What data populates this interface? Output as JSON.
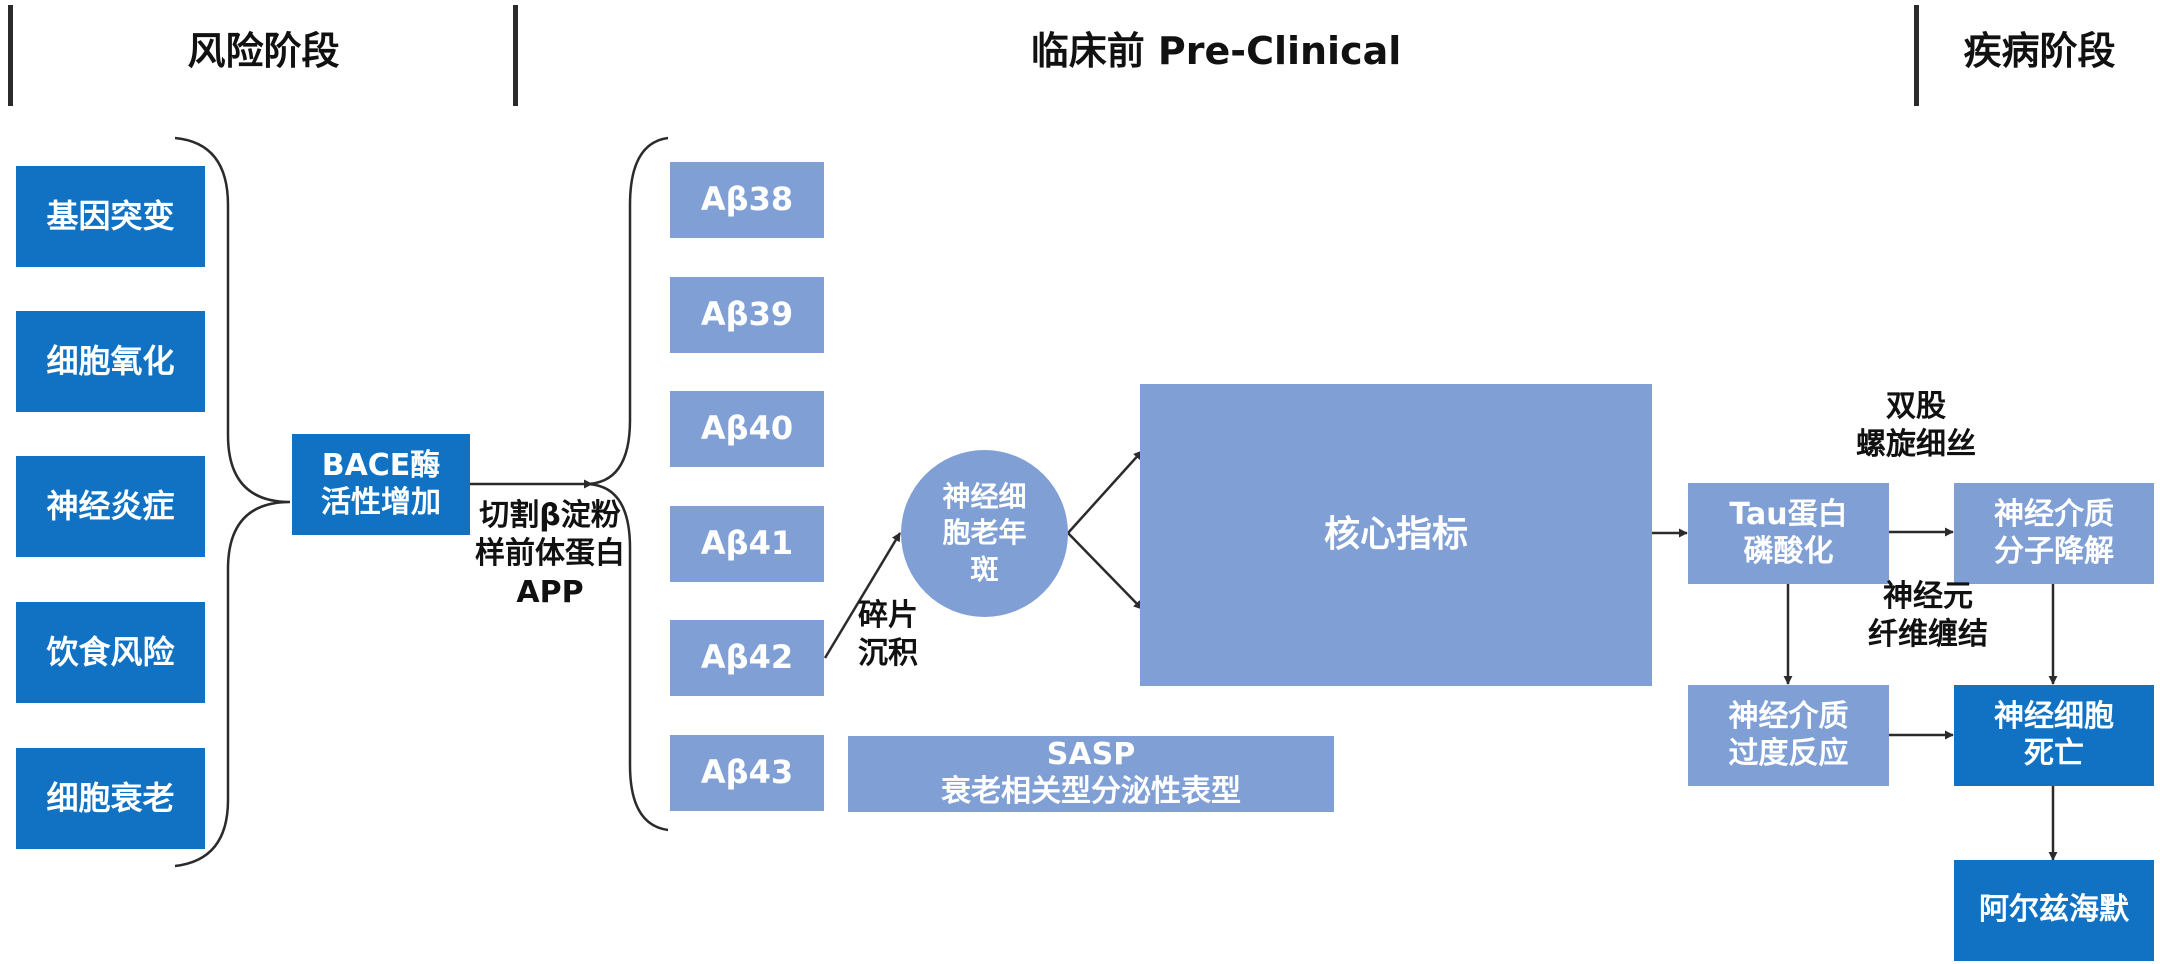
{
  "headers": {
    "risk_stage": "风险阶段",
    "preclinical": "临床前 Pre-Clinical",
    "disease_stage": "疾病阶段"
  },
  "risk_factors": [
    "基因突变",
    "细胞氧化",
    "神经炎症",
    "饮食风险",
    "细胞衰老"
  ],
  "bace": "BACE酶\n活性增加",
  "app_label": "切割β淀粉\n样前体蛋白\nAPP",
  "abeta": [
    "Aβ38",
    "Aβ39",
    "Aβ40",
    "Aβ41",
    "Aβ42",
    "Aβ43"
  ],
  "fragment_label": "碎片\n沉积",
  "plaque": "神经细\n胞老年\n斑",
  "sasp": "SASP\n衰老相关型分泌性表型",
  "core": "核心指标",
  "tau": "Tau蛋白\n磷酸化",
  "helix_label": "双股\n螺旋细丝",
  "nt_degrade": "神经介质\n分子降解",
  "tangle_label": "神经元\n纤维缠结",
  "nt_over": "神经介质\n过度反应",
  "cell_death": "神经细胞\n死亡",
  "alzheimer": "阿尔兹海默",
  "colors": {
    "dark_blue": "#1172c4",
    "light_blue": "#7f9fd5",
    "line": "#2b2b2b"
  }
}
